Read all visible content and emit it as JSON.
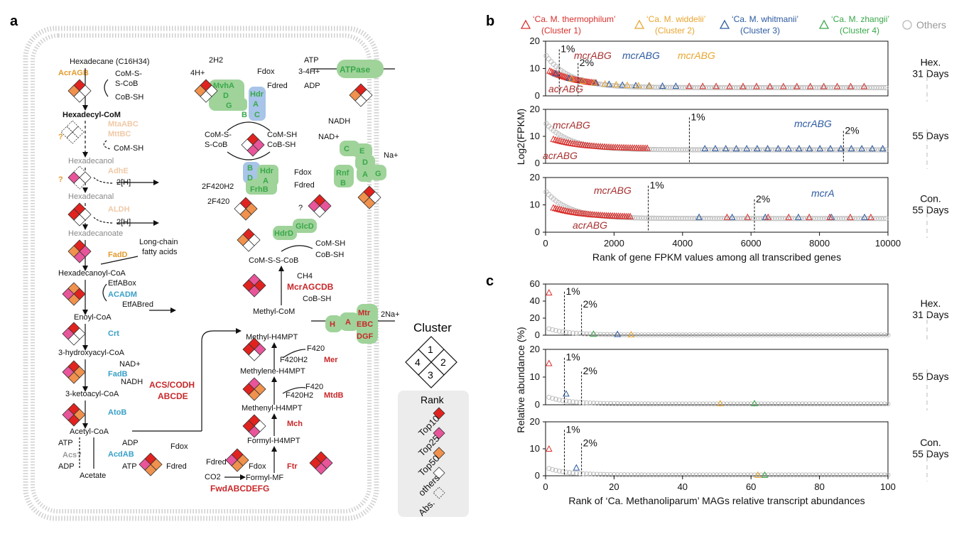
{
  "panel_labels": {
    "a": "a",
    "b": "b",
    "c": "c"
  },
  "colors": {
    "cluster1": "#d7302c",
    "cluster2": "#e8a530",
    "cluster3": "#2c5aa0",
    "cluster4": "#3aa84a",
    "others": "#b8b8b8",
    "enzyme_orange": "#e39b2e",
    "enzyme_blue": "#3aa0c8",
    "enzyme_faded": "#f0c9a6",
    "enzyme_red": "#c8282a",
    "green_box": "#9fd39a",
    "blue_box": "#a8c4e8",
    "rank_top10": "#e0231f",
    "rank_top25": "#e8559a",
    "rank_top50": "#f0914d"
  },
  "panel_a": {
    "alkane_path": {
      "hexadecane": "Hexadecane (C16H34)",
      "acragb": "AcrAGB",
      "com_s_s_cob_1": "CoM-S-",
      "com_s_s_cob_2": "S-CoB",
      "cob_sh": "CoB-SH",
      "hexadecyl_com": "Hexadecyl-CoM",
      "mtaabc": "MtaABC",
      "mttbc": "MttBC",
      "com_sh": "CoM-SH",
      "q1": "?",
      "hexadecanol": "Hexadecanol",
      "adhe": "AdhE",
      "h2_1": "2[H]",
      "q2": "?",
      "hexadecanal": "Hexadecanal",
      "aldh": "ALDH",
      "h2_2": "2[H]",
      "hexadecanoate": "Hexadecanoate",
      "lcfa1": "Long-chain",
      "lcfa2": "fatty acids",
      "fadd": "FadD",
      "hexadecanoyl_coa": "Hexadecanoyl-CoA",
      "etfab_ox": "EtfABox",
      "acadm": "ACADM",
      "etfab_red": "EtfABred",
      "enoyl_coa": "Enoyl-CoA",
      "crt": "Crt",
      "hydroxyacyl": "3-hydroxyacyl-CoA",
      "nad": "NAD+",
      "fadb": "FadB",
      "nadh": "NADH",
      "ketoacyl": "3-ketoacyl-CoA",
      "atob": "AtoB",
      "acetyl_coa": "Acetyl-CoA",
      "atp1": "ATP",
      "adp1": "ADP",
      "acs": "Acs?",
      "acdab": "AcdAB",
      "adp2": "ADP",
      "atp2": "ATP",
      "acetate": "Acetate",
      "acs_codh1": "ACS/CODH",
      "acs_codh2": "ABCDE"
    },
    "methanogenesis": {
      "h2": "2H2",
      "h4": "4H+",
      "fdox": "Fdox",
      "fdred": "Fdred",
      "mvha": "MvhA",
      "d": "D",
      "g": "G",
      "hdr_a": "Hdr",
      "a": "A",
      "b": "B",
      "c": "C",
      "com_s_s_cob_1": "CoM-S-",
      "com_s_s_cob_2": "S-CoB",
      "com_sh": "CoM-SH",
      "cob_sh": "CoB-SH",
      "frhb": "FrhB",
      "f420h2": "2F420H2",
      "f420": "2F420",
      "atp": "ATP",
      "h34": "3-4H+",
      "adp": "ADP",
      "atpase": "ATPase",
      "nadh": "NADH",
      "nad": "NAD+",
      "na": "Na+",
      "rnf": "Rnf",
      "e": "E",
      "glcd": "GlcD",
      "hdrd": "HdrD",
      "q": "?",
      "com_s_s_cob": "CoM-S-S-CoB",
      "ch4": "CH4",
      "mcr": "McrAGCDB",
      "methyl_com": "Methyl-CoM",
      "mtr1": "Mtr",
      "mtr2": "EBC",
      "mtr3": "DGF",
      "mtr_h": "H",
      "mtr_a": "A",
      "na2": "2Na+",
      "methyl_h4mpt": "Methyl-H4MPT",
      "mer": "Mer",
      "methylene": "Methylene-H4MPT",
      "mtd": "MtdB",
      "methenyl": "Methenyl-H4MPT",
      "mch": "Mch",
      "formyl_h4mpt": "Formyl-H4MPT",
      "ftr": "Ftr",
      "formyl_mf": "Formyl-MF",
      "co2": "CO2",
      "fwd": "FwdABCDEFG",
      "fdox2": "Fdox",
      "fdred2": "Fdred",
      "f420a": "F420",
      "f420h2a": "F420H2",
      "f420b": "F420",
      "f420h2b": "F420H2"
    },
    "cluster_key": {
      "title": "Cluster",
      "n1": "1",
      "n2": "2",
      "n3": "3",
      "n4": "4"
    },
    "rank_legend": {
      "title": "Rank",
      "items": [
        "Top10",
        "Top25",
        "Top50",
        "others",
        "Abs."
      ]
    }
  },
  "legend_b": {
    "items": [
      {
        "label1": "‘Ca. M. thermophilum’",
        "label2": "(Cluster 1)",
        "color": "#d7302c"
      },
      {
        "label1": "‘Ca. M. widdelii’",
        "label2": "(Cluster 2)",
        "color": "#e8a530"
      },
      {
        "label1": "‘Ca. M. whitmanii’",
        "label2": "(Cluster 3)",
        "color": "#2c5aa0"
      },
      {
        "label1": "‘Ca. M. zhangii’",
        "label2": "(Cluster 4)",
        "color": "#3aa84a"
      }
    ],
    "others": "Others"
  },
  "chart_data": [
    {
      "type": "scatter",
      "panel": "b",
      "ylabel": "Log2(FPKM)",
      "xlabel": "Rank of gene FPKM values among all transcribed genes",
      "xlim": [
        0,
        10000
      ],
      "xticks": [
        0,
        2000,
        4000,
        6000,
        8000,
        10000
      ],
      "subpanels": [
        {
          "condition": [
            "Hex.",
            "31 Days"
          ],
          "ylim": [
            0,
            20
          ],
          "yticks": [
            0,
            10,
            20
          ],
          "pct1": 400,
          "pct2": 950,
          "pct1_label": "1%",
          "pct2_label": "2%",
          "annotations": [
            "mcrABG",
            "mcrABG",
            "mcrABG",
            "acrABG"
          ]
        },
        {
          "condition": [
            "55 Days"
          ],
          "ylim": [
            0,
            20
          ],
          "yticks": [
            0,
            10,
            20
          ],
          "pct1": 4200,
          "pct2": 8700,
          "pct1_label": "1%",
          "pct2_label": "2%",
          "annotations": [
            "mcrABG",
            "mcrABG",
            "acrABG"
          ]
        },
        {
          "condition": [
            "Con.",
            "55 Days"
          ],
          "ylim": [
            0,
            20
          ],
          "yticks": [
            0,
            10,
            20
          ],
          "pct1": 3000,
          "pct2": 6100,
          "pct1_label": "1%",
          "pct2_label": "2%",
          "annotations": [
            "mcrABG",
            "acrABG",
            "mcrA"
          ]
        }
      ]
    },
    {
      "type": "scatter",
      "panel": "c",
      "ylabel": "Relative abundance (%)",
      "xlabel": "Rank of ‘Ca. Methanoliparum’ MAGs relative transcript abundances",
      "xlim": [
        0,
        100
      ],
      "xticks": [
        0,
        20,
        40,
        60,
        80,
        100
      ],
      "subpanels": [
        {
          "condition": [
            "Hex.",
            "31 Days"
          ],
          "ylim": [
            0,
            60
          ],
          "yticks": [
            0,
            20,
            40,
            60
          ],
          "pct1": 5.5,
          "pct2": 10.5,
          "pct1_label": "1%",
          "pct2_label": "2%",
          "highlights": [
            {
              "x": 1,
              "y": 50,
              "cluster": 1
            },
            {
              "x": 14,
              "y": 1.5,
              "cluster": 4
            },
            {
              "x": 21,
              "y": 1.2,
              "cluster": 3
            },
            {
              "x": 25,
              "y": 0.8,
              "cluster": 2
            }
          ]
        },
        {
          "condition": [
            "55 Days"
          ],
          "ylim": [
            0,
            20
          ],
          "yticks": [
            0,
            10,
            20
          ],
          "pct1": 5.5,
          "pct2": 10.5,
          "pct1_label": "1%",
          "pct2_label": "2%",
          "highlights": [
            {
              "x": 1,
              "y": 15,
              "cluster": 1
            },
            {
              "x": 6,
              "y": 4,
              "cluster": 3
            },
            {
              "x": 51,
              "y": 0.5,
              "cluster": 2
            },
            {
              "x": 61,
              "y": 0.5,
              "cluster": 4
            }
          ]
        },
        {
          "condition": [
            "Con.",
            "55 Days"
          ],
          "ylim": [
            0,
            20
          ],
          "yticks": [
            0,
            10,
            20
          ],
          "pct1": 5.5,
          "pct2": 10.5,
          "pct1_label": "1%",
          "pct2_label": "2%",
          "highlights": [
            {
              "x": 1,
              "y": 10,
              "cluster": 1
            },
            {
              "x": 9,
              "y": 3,
              "cluster": 3
            },
            {
              "x": 62,
              "y": 0.3,
              "cluster": 2
            },
            {
              "x": 64,
              "y": 0.3,
              "cluster": 4
            }
          ]
        }
      ]
    }
  ]
}
